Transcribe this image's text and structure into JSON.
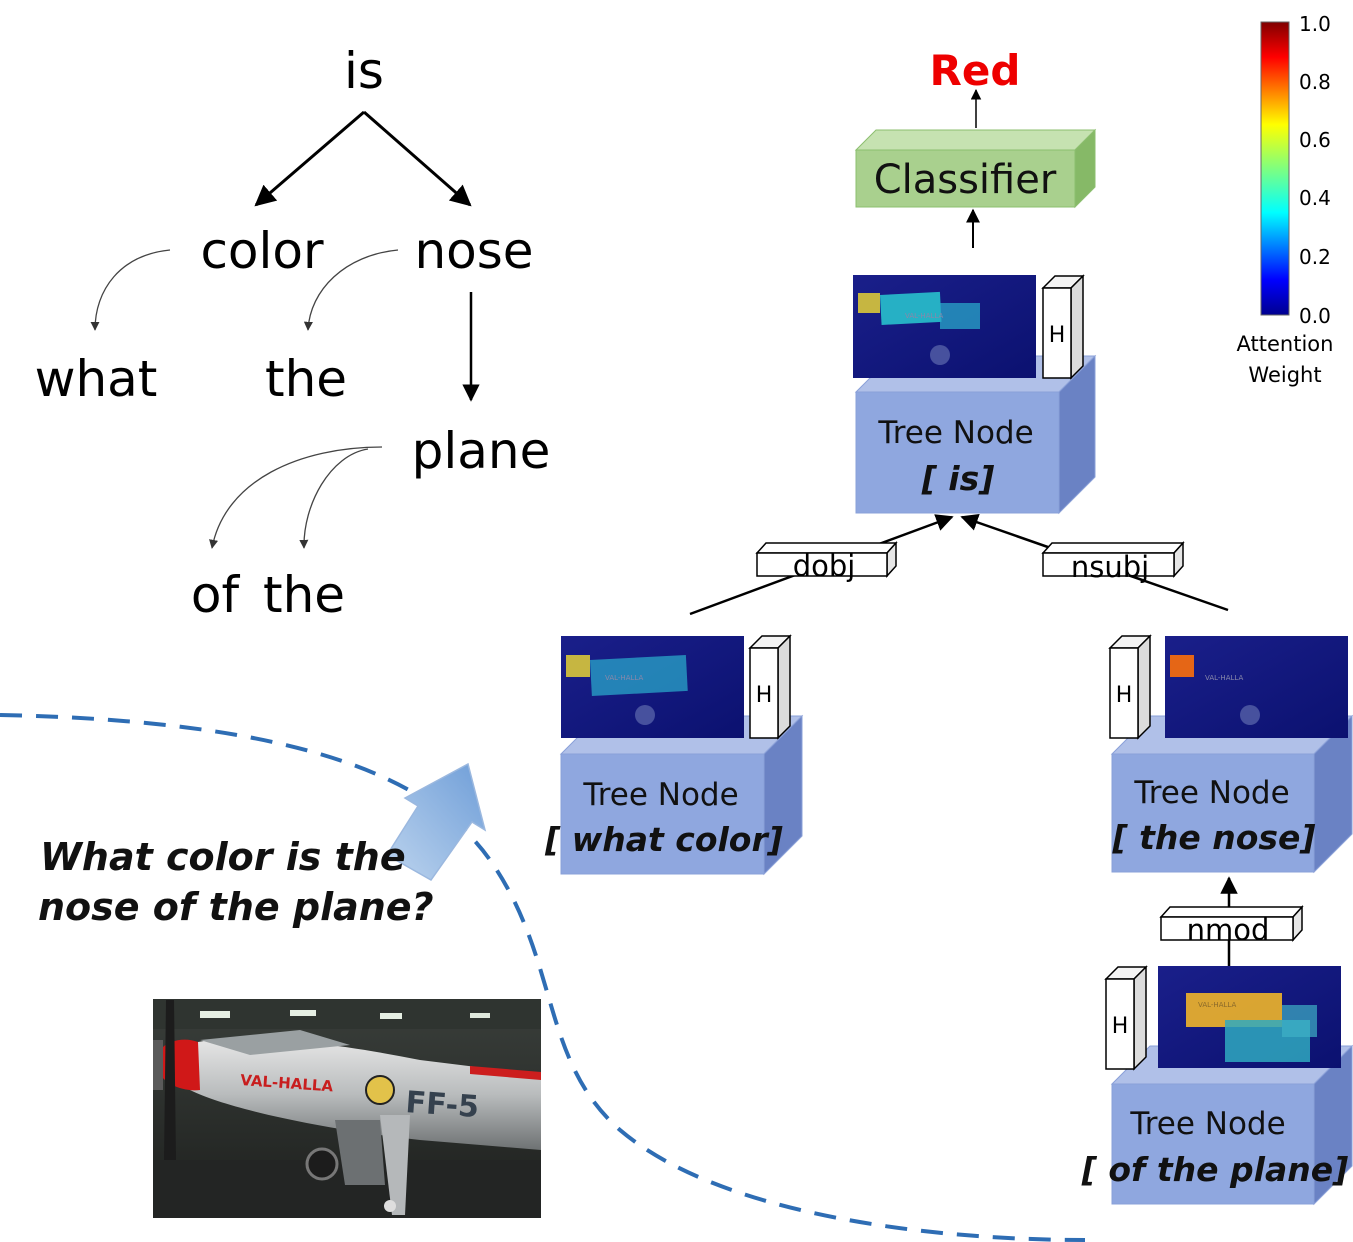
{
  "dependency_tree": {
    "root": "is",
    "children": [
      "color",
      "nose"
    ],
    "color_child": "what",
    "nose_children": [
      "the",
      "plane"
    ],
    "plane_children": [
      "of",
      "the"
    ]
  },
  "question": {
    "line1": "What color is the",
    "line2": "nose of the plane?"
  },
  "answer": "Red",
  "classifier": "Classifier",
  "hidden_label": "H",
  "nodes": {
    "root": {
      "title": "Tree Node",
      "word": "[ is]"
    },
    "left": {
      "title": "Tree Node",
      "word": "[ what color]"
    },
    "right": {
      "title": "Tree Node",
      "word": "[ the nose]"
    },
    "bottom": {
      "title": "Tree Node",
      "word": "[ of the plane]"
    }
  },
  "edges": {
    "dobj": "dobj",
    "nsubj": "nsubj",
    "nmod": "nmod"
  },
  "colorbar": {
    "ticks": [
      "1.0",
      "0.8",
      "0.6",
      "0.4",
      "0.2",
      "0.0"
    ],
    "title_line1": "Attention",
    "title_line2": "Weight"
  },
  "photo": {
    "plane_text1": "VAL-HALLA",
    "plane_text2": "FF-5"
  },
  "colors": {
    "node_fill": "#8fa7df",
    "classifier_fill": "#a9d08e",
    "answer": "#ee0000",
    "dashed": "#2e6db4"
  }
}
